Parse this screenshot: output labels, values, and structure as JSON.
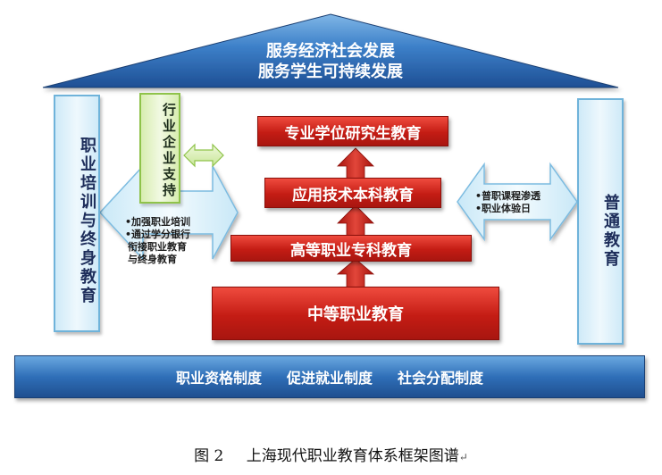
{
  "roof": {
    "line1": "服务经济社会发展",
    "line2": "服务学生可持续发展"
  },
  "left_pillar": {
    "label": "职业培训与终身教育"
  },
  "right_pillar": {
    "label": "普通教育"
  },
  "industry_support": {
    "label": "行业企业支持"
  },
  "tiers": [
    {
      "label": "专业学位研究生教育"
    },
    {
      "label": "应用技术本科教育"
    },
    {
      "label": "高等职业专科教育"
    },
    {
      "label": "中等职业教育"
    }
  ],
  "left_notes": [
    "•加强职业培训",
    "•通过学分银行",
    "衔接职业教育",
    "与终身教育"
  ],
  "right_notes": [
    "•普职课程渗透",
    "•职业体验日"
  ],
  "base": {
    "items": [
      "职业资格制度",
      "促进就业制度",
      "社会分配制度"
    ]
  },
  "caption": {
    "number": "图 2",
    "text": "上海现代职业教育体系框架图谱",
    "mark": "↵"
  },
  "colors": {
    "roof": "#2f6fb8",
    "tier": "#c41c14",
    "base": "#2f6fb8",
    "pillar_border": "#6fb3da",
    "industry_border": "#8fc34a",
    "arrow_fill": "#e3f3fb"
  }
}
